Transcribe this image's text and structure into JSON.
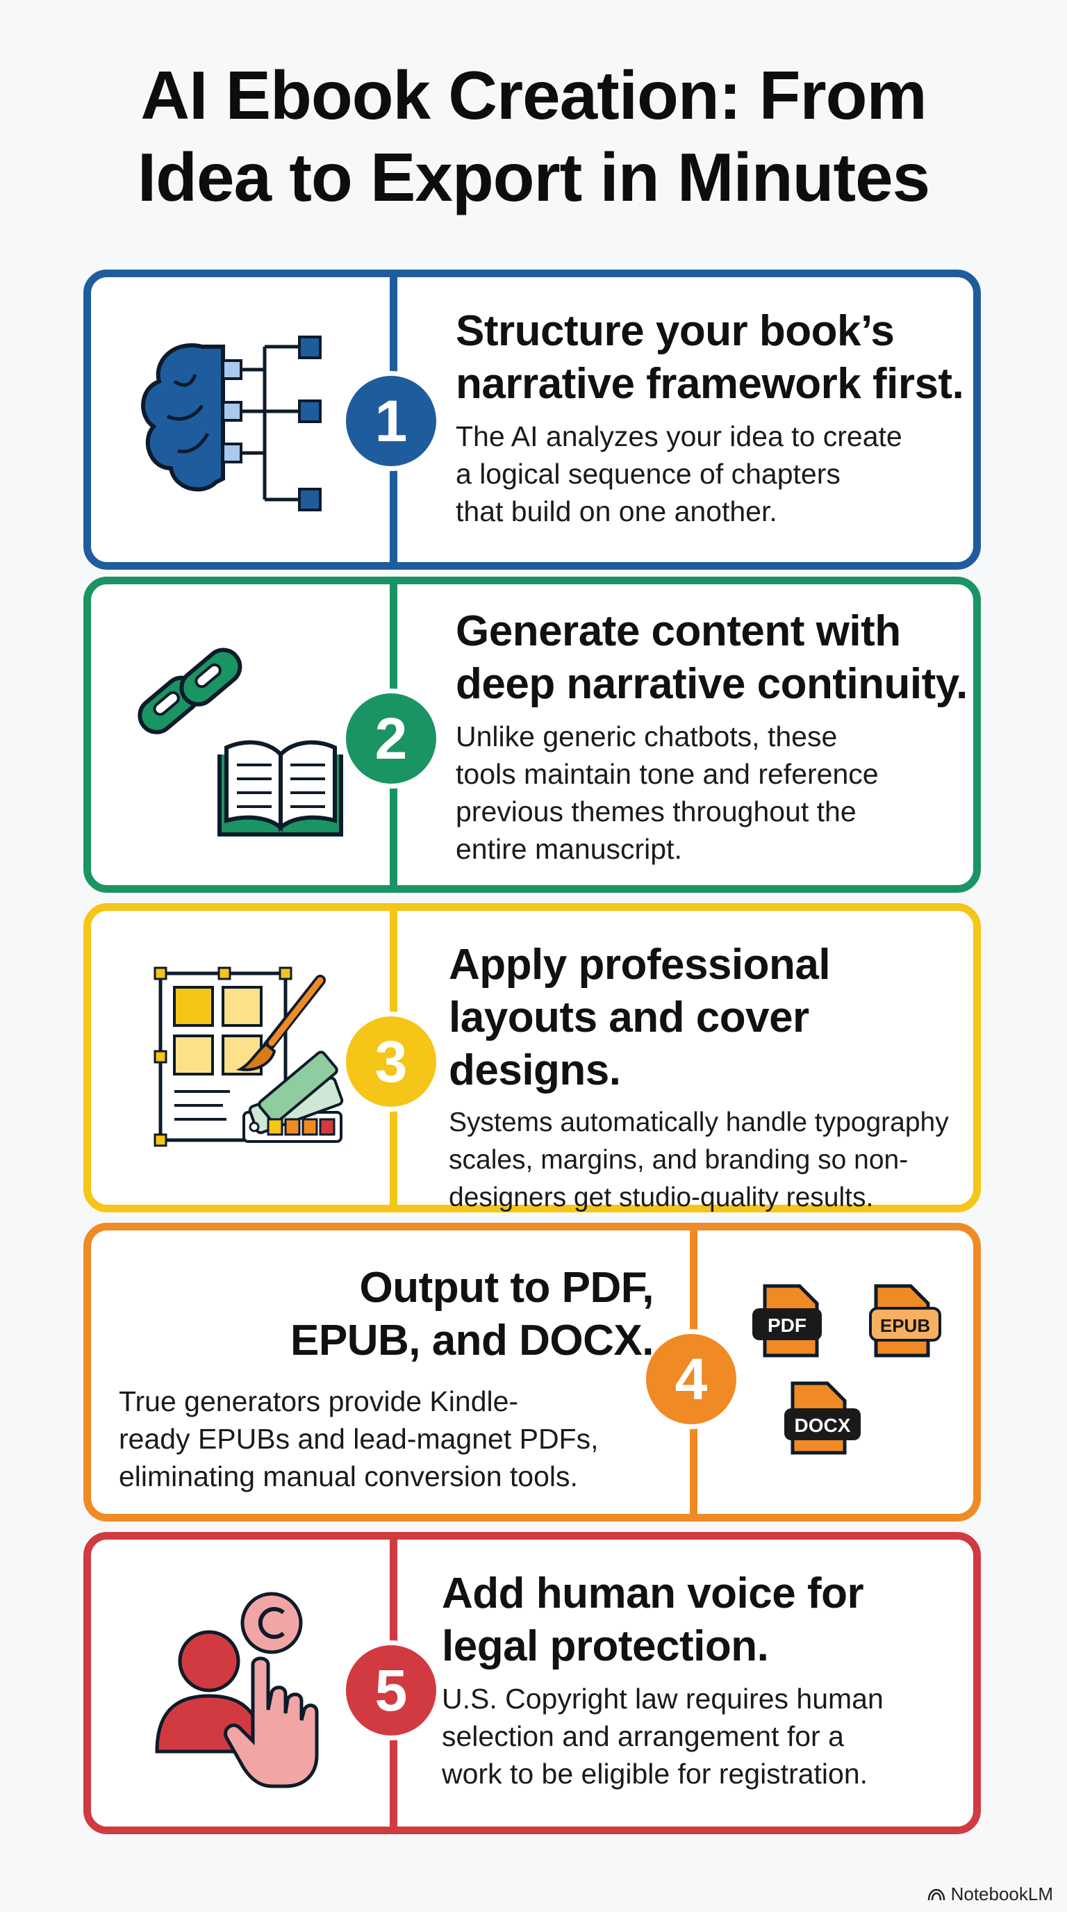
{
  "title": {
    "line1": "AI Ebook Creation: From",
    "line2": "Idea to Export in Minutes"
  },
  "colors": {
    "blue": "#1f5c9e",
    "green": "#1a9463",
    "yellow": "#f5c518",
    "orange": "#f08a24",
    "red": "#d13a40"
  },
  "steps": [
    {
      "number": "1",
      "heading": [
        "Structure your book’s",
        "narrative framework first."
      ],
      "body": [
        "The AI analyzes your idea to create",
        "a logical sequence of chapters",
        "that build on one another."
      ],
      "icon": "brain-flowchart-icon"
    },
    {
      "number": "2",
      "heading": [
        "Generate content with",
        "deep narrative continuity."
      ],
      "body": [
        "Unlike generic chatbots, these",
        "tools maintain tone and reference",
        "previous themes throughout the",
        "entire manuscript."
      ],
      "icon": "chain-book-icon"
    },
    {
      "number": "3",
      "heading": [
        "Apply professional",
        "layouts and cover designs."
      ],
      "body": [
        "Systems automatically handle typography",
        "scales, margins, and branding so non-",
        "designers get studio-quality results."
      ],
      "icon": "layout-brush-swatch-icon"
    },
    {
      "number": "4",
      "heading": [
        "Output to PDF,",
        "EPUB, and DOCX."
      ],
      "body": [
        "True generators provide Kindle-",
        "ready EPUBs and lead-magnet PDFs,",
        "eliminating manual conversion tools."
      ],
      "icon": "file-formats-icon",
      "files": [
        "PDF",
        "EPUB",
        "DOCX"
      ]
    },
    {
      "number": "5",
      "heading": [
        "Add human voice for",
        "legal protection."
      ],
      "body": [
        "U.S. Copyright law requires human",
        "selection and arrangement for a",
        "work to be eligible for registration."
      ],
      "icon": "person-copyright-icon"
    }
  ],
  "brand": "NotebookLM"
}
